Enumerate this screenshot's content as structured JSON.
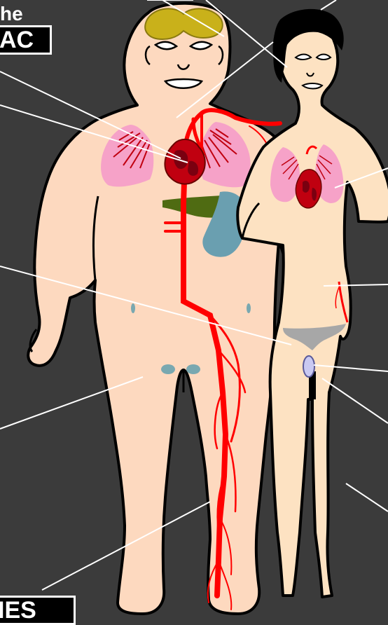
{
  "labels": {
    "top_fragment": "he",
    "box_top": "AC",
    "box_bottom": "IES"
  },
  "colors": {
    "background": "#3b3b3b",
    "skin_male": "#fdd9bf",
    "skin_female": "#fde2c2",
    "outline": "#000000",
    "artery": "#ff0000",
    "heart": "#c00010",
    "lungs": "#f6a2c8",
    "brain": "#c9b11a",
    "liver": "#4f6b12",
    "stomach": "#6a9fb0",
    "kidney": "#79a8b0",
    "bladder": "#c9c9f2",
    "underwear": "#a7a7a7",
    "leader_line": "#ffffff"
  }
}
